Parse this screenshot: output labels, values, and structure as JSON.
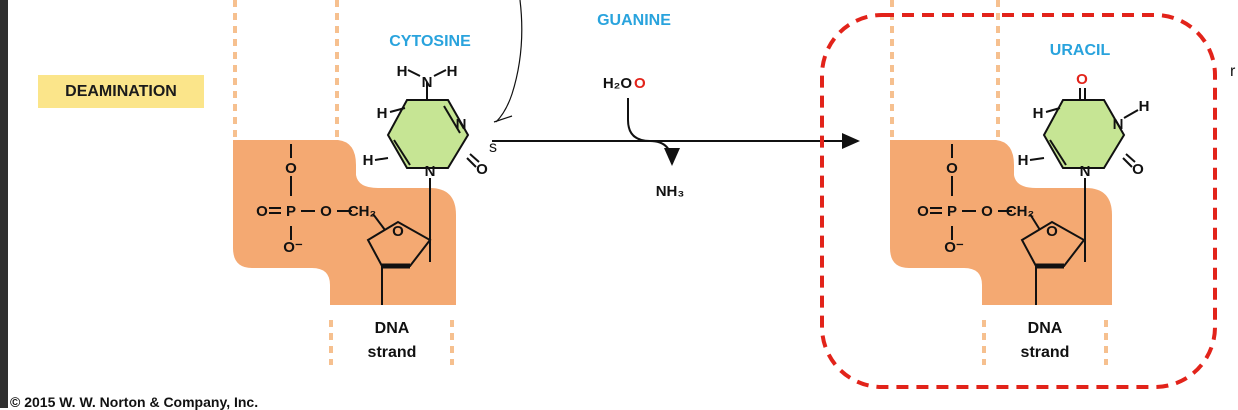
{
  "labels": {
    "deamination": "DEAMINATION",
    "cytosine": "CYTOSINE",
    "guanine": "GUANINE",
    "uracil": "URACIL",
    "dna": "DNA",
    "strand": "strand",
    "water": "H₂O",
    "ammonia": "NH₃",
    "margin_letter": "r",
    "handwriting_s": "s",
    "copyright": "© 2015 W. W. Norton & Company, Inc."
  },
  "atoms": {
    "H": "H",
    "N": "N",
    "O": "O",
    "P": "P",
    "O_minus": "O⁻",
    "CH2": "CH₂"
  },
  "colors": {
    "sugar_fill": "#f4a972",
    "pyrimidine_fill": "#c6e594",
    "label_blue": "#29a3dd",
    "oxygen_red": "#e2231a",
    "highlight_yellow": "#fbe58a",
    "dash_orange": "#f6c08f",
    "red_dashed_box": "#e2231a"
  }
}
